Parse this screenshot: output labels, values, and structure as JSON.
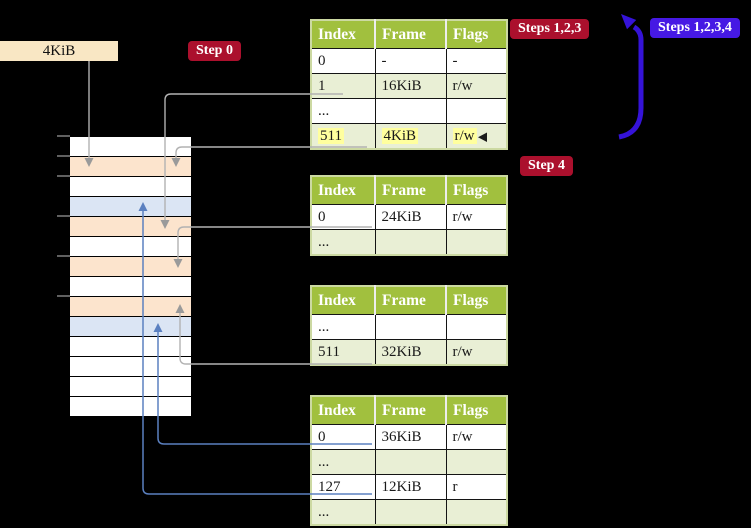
{
  "palette": {
    "background": "#000000",
    "table_header_green": "#a1c03e",
    "table_row_green": "#e9efd5",
    "table_border_olive": "#ccd9a2",
    "highlight_yellow": "#ffff9e",
    "badge_red": "#ab102d",
    "badge_blue": "#4619e4",
    "big_arrow_blue": "#3513d8",
    "connector_gray": "#b2b2b2",
    "connector_blue": "#5b80c0",
    "frame_white": "#ffffff",
    "frame_peach": "#fce4cd",
    "frame_blue": "#dbe5f4",
    "label_cream": "#f9e7c4"
  },
  "label_4kib": "4KiB",
  "badges": {
    "step0": "Step 0",
    "steps123": "Steps 1,2,3",
    "steps1234": "Steps 1,2,3,4",
    "step4": "Step 4"
  },
  "tables": [
    {
      "id": "table-top",
      "headers": [
        "Index",
        "Frame",
        "Flags"
      ],
      "rows": [
        {
          "cells": [
            "0",
            "-",
            "-"
          ]
        },
        {
          "cells": [
            "1",
            "16KiB",
            "r/w"
          ]
        },
        {
          "cells": [
            "...",
            "",
            ""
          ]
        },
        {
          "cells": [
            "511",
            "4KiB",
            "r/w"
          ],
          "highlight": true
        }
      ]
    },
    {
      "id": "table-second",
      "headers": [
        "Index",
        "Frame",
        "Flags"
      ],
      "rows": [
        {
          "cells": [
            "0",
            "24KiB",
            "r/w"
          ]
        },
        {
          "cells": [
            "...",
            "",
            ""
          ]
        }
      ]
    },
    {
      "id": "table-third",
      "headers": [
        "Index",
        "Frame",
        "Flags"
      ],
      "rows": [
        {
          "cells": [
            "...",
            "",
            ""
          ]
        },
        {
          "cells": [
            "511",
            "32KiB",
            "r/w"
          ]
        }
      ]
    },
    {
      "id": "table-bottom",
      "headers": [
        "Index",
        "Frame",
        "Flags"
      ],
      "rows": [
        {
          "cells": [
            "0",
            "36KiB",
            "r/w"
          ]
        },
        {
          "cells": [
            "...",
            "",
            ""
          ]
        },
        {
          "cells": [
            "127",
            "12KiB",
            "r"
          ]
        },
        {
          "cells": [
            "...",
            "",
            ""
          ]
        }
      ]
    }
  ],
  "memory": {
    "frames": [
      {
        "color": "white"
      },
      {
        "color": "peach"
      },
      {
        "color": "white"
      },
      {
        "color": "blue"
      },
      {
        "color": "peach"
      },
      {
        "color": "white"
      },
      {
        "color": "peach"
      },
      {
        "color": "white"
      },
      {
        "color": "peach"
      },
      {
        "color": "blue"
      },
      {
        "color": "white"
      },
      {
        "color": "white"
      },
      {
        "color": "white"
      },
      {
        "color": "white"
      }
    ]
  }
}
